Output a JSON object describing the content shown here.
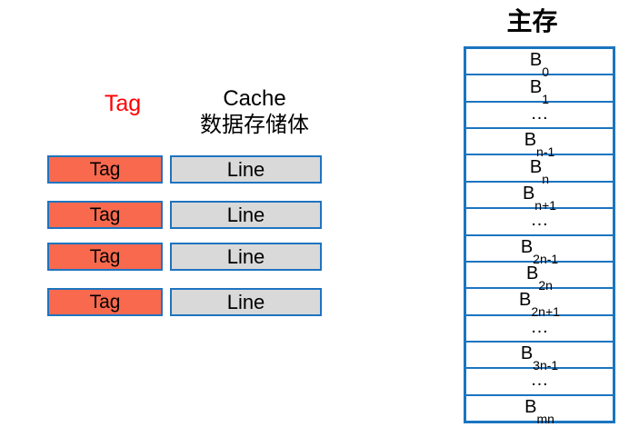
{
  "colors": {
    "border_blue": "#1b75c0",
    "tag_fill": "#f9694e",
    "line_fill": "#d9d9d9",
    "tag_header_red": "#ff0000",
    "text_black": "#000000"
  },
  "cache": {
    "tag_header": "Tag",
    "data_header_line1": "Cache",
    "data_header_line2": "数据存储体",
    "rows": [
      {
        "tag": "Tag",
        "line": "Line"
      },
      {
        "tag": "Tag",
        "line": "Line"
      },
      {
        "tag": "Tag",
        "line": "Line"
      },
      {
        "tag": "Tag",
        "line": "Line"
      }
    ]
  },
  "main_memory": {
    "title": "主存",
    "cells": [
      {
        "base": "B",
        "sub": "0"
      },
      {
        "base": "B",
        "sub": "1"
      },
      {
        "base": "…",
        "sub": ""
      },
      {
        "base": "B",
        "sub": "n-1"
      },
      {
        "base": "B",
        "sub": "n"
      },
      {
        "base": "B",
        "sub": "n+1"
      },
      {
        "base": "…",
        "sub": ""
      },
      {
        "base": "B",
        "sub": "2n-1"
      },
      {
        "base": "B",
        "sub": "2n"
      },
      {
        "base": "B",
        "sub": "2n+1"
      },
      {
        "base": "…",
        "sub": ""
      },
      {
        "base": "B",
        "sub": "3n-1"
      },
      {
        "base": "…",
        "sub": ""
      },
      {
        "base": "B",
        "sub": "mn"
      }
    ]
  }
}
